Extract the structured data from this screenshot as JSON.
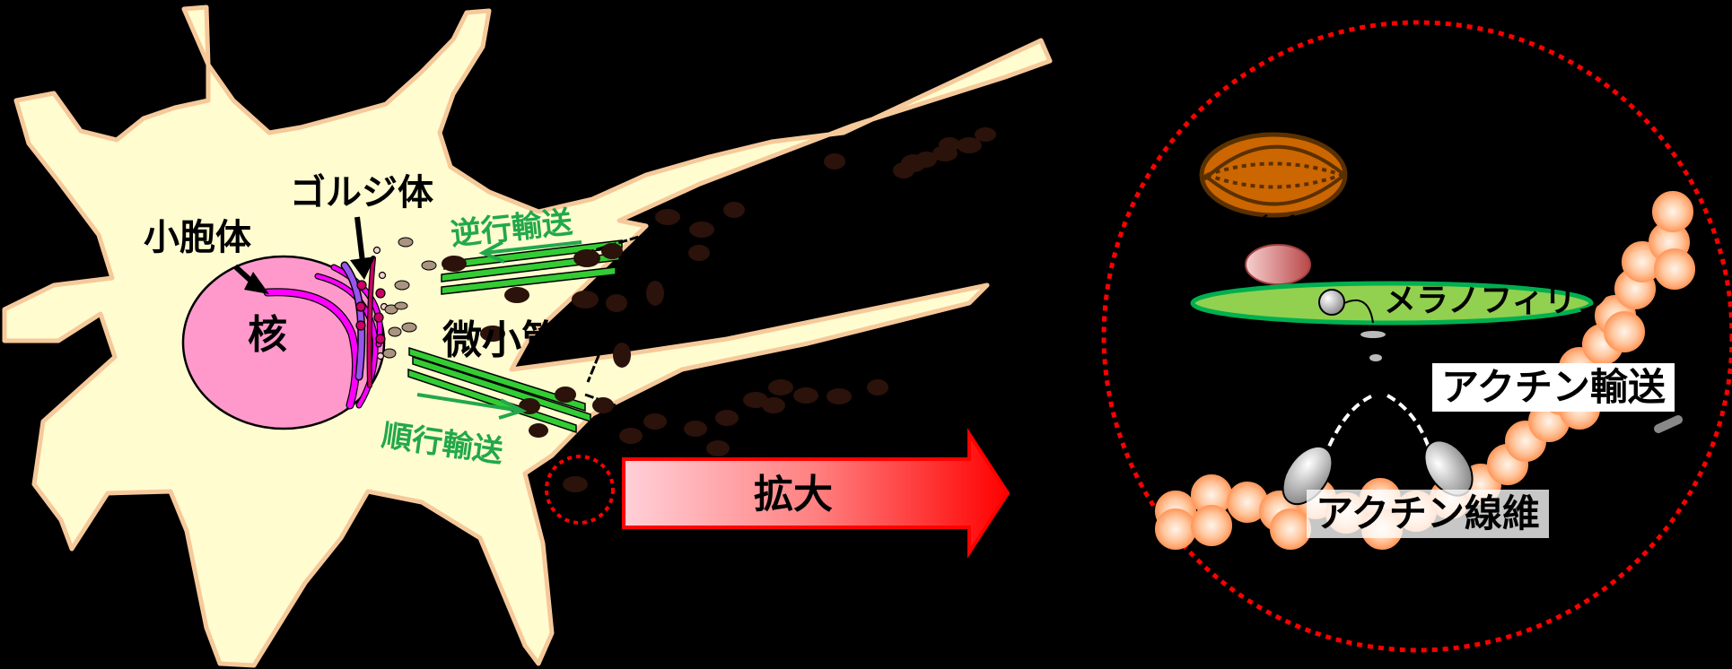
{
  "diagram": {
    "colors": {
      "background": "#000000",
      "cytoplasm": "#fffcd0",
      "cell_outline": "#f6c99a",
      "nucleus": "#ff99cc",
      "endosome": "#ff00ff",
      "golgi": "#9955ee",
      "vesicle": "#cc0066",
      "microtubule": "#33cc33",
      "melanosome": "#2b120a",
      "arrow_green": "#22a84a",
      "zoom_arrow": "#ff0000",
      "zoom_circle": "#ff0000",
      "melanosome_large": "#cc6600",
      "rab27a": "#c86060",
      "melanophilin": "#92d050",
      "actin": "#ffb080"
    },
    "labels": {
      "nucleus": "核",
      "endosome": "小胞体",
      "golgi": "ゴルジ体",
      "microtubule": "微小管",
      "retrograde": "逆行輸送",
      "anterograde": "順行輸送",
      "magnify": "拡大",
      "melanophilin": "メラノフィリン",
      "actin_transport": "アクチン輸送",
      "actin_filament": "アクチン線維"
    }
  }
}
